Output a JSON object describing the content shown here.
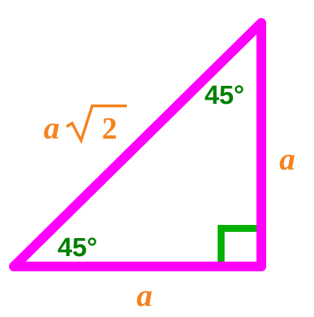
{
  "colors": {
    "triangle": "#FF00FF",
    "right_angle_marker": "#00B000",
    "angle_labels": "#008000",
    "side_labels": "#F5821F"
  },
  "angles": {
    "top": "45°",
    "bottom_left": "45°"
  },
  "sides": {
    "hypotenuse_variable": "a",
    "hypotenuse_radicand": "2",
    "vertical": "a",
    "horizontal": "a"
  }
}
